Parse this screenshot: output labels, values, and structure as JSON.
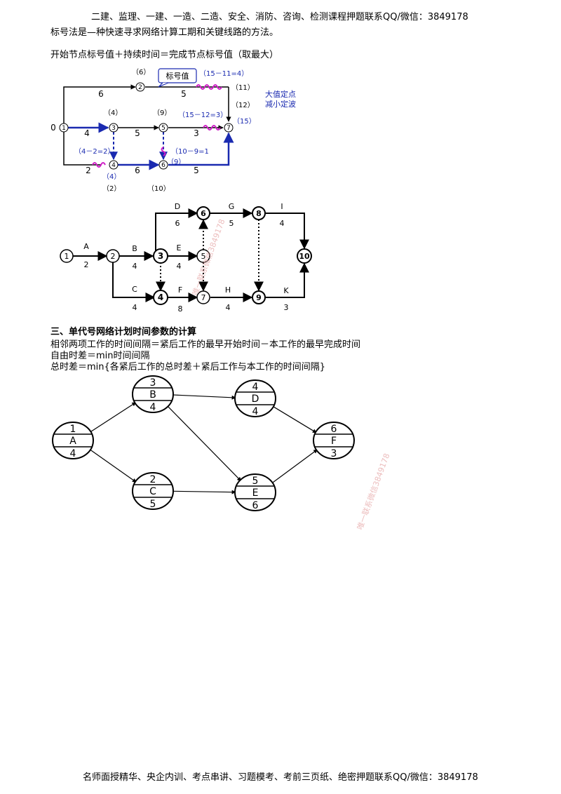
{
  "header": "二建、监理、一建、一造、二造、安全、消防、咨询、检测课程押题联系QQ/微信：3849178",
  "footer": "名师面授精华、央企内训、考点串讲、习题模考、考前三页纸、绝密押题联系QQ/微信：3849178",
  "watermarks": [
    "唯一联系微信3849178",
    "唯一联系微信3849178"
  ],
  "section1": {
    "intro": "标号法是—种快速寻求网络计算工期和关键线路的方法。",
    "rule": "开始节点标号值＋持续时间＝完成节点标号值（取最大）"
  },
  "diagram1": {
    "start_value": "0",
    "nodes": [
      "1",
      "2",
      "3",
      "4",
      "5",
      "6",
      "7"
    ],
    "labels": {
      "n2": "（6）",
      "n3": "（4）",
      "n5": "（9）",
      "n7": "（15）",
      "n4a": "（4）",
      "n4b": "（2）",
      "n6": "（10）",
      "n6b": "（9）",
      "alt11": "（11）",
      "alt12": "（12）",
      "calc_57": "（15－12=3）",
      "calc_27": "（15－11=4）",
      "calc_34": "（4－2=2）",
      "calc_56": "（10－9=1",
      "callout": "标号值"
    },
    "durations": {
      "d12": "6",
      "d13": "4",
      "d14": "2",
      "d27": "5",
      "d35": "5",
      "d57": "3",
      "d46": "6",
      "d67": "5"
    },
    "note_line1": "大值定点",
    "note_line2": "减小定波"
  },
  "diagram2": {
    "nodes": [
      "1",
      "2",
      "3",
      "4",
      "5",
      "6",
      "7",
      "8",
      "9",
      "10"
    ],
    "activities": [
      {
        "name": "A",
        "dur": "2"
      },
      {
        "name": "B",
        "dur": "4"
      },
      {
        "name": "C",
        "dur": "4"
      },
      {
        "name": "D",
        "dur": "6"
      },
      {
        "name": "E",
        "dur": "4"
      },
      {
        "name": "F",
        "dur": "8"
      },
      {
        "name": "G",
        "dur": "5"
      },
      {
        "name": "H",
        "dur": "4"
      },
      {
        "name": "I",
        "dur": "4"
      },
      {
        "name": "K",
        "dur": "3"
      }
    ]
  },
  "section3": {
    "heading": "三、单代号网络计划时间参数的计算",
    "line1": "相邻两项工作的时间间隔＝紧后工作的最早开始时间－本工作的最早完成时间",
    "line2": "自由时差＝min时间间隔",
    "line3": "总时差＝min{各紧后工作的总时差＋紧后工作与本工作的时间间隔}"
  },
  "diagram3": {
    "nodes": [
      {
        "id": "1",
        "name": "A",
        "dur": "4"
      },
      {
        "id": "3",
        "name": "B",
        "dur": "4"
      },
      {
        "id": "2",
        "name": "C",
        "dur": "5"
      },
      {
        "id": "4",
        "name": "D",
        "dur": "4"
      },
      {
        "id": "5",
        "name": "E",
        "dur": "6"
      },
      {
        "id": "6",
        "name": "F",
        "dur": "3"
      }
    ]
  }
}
